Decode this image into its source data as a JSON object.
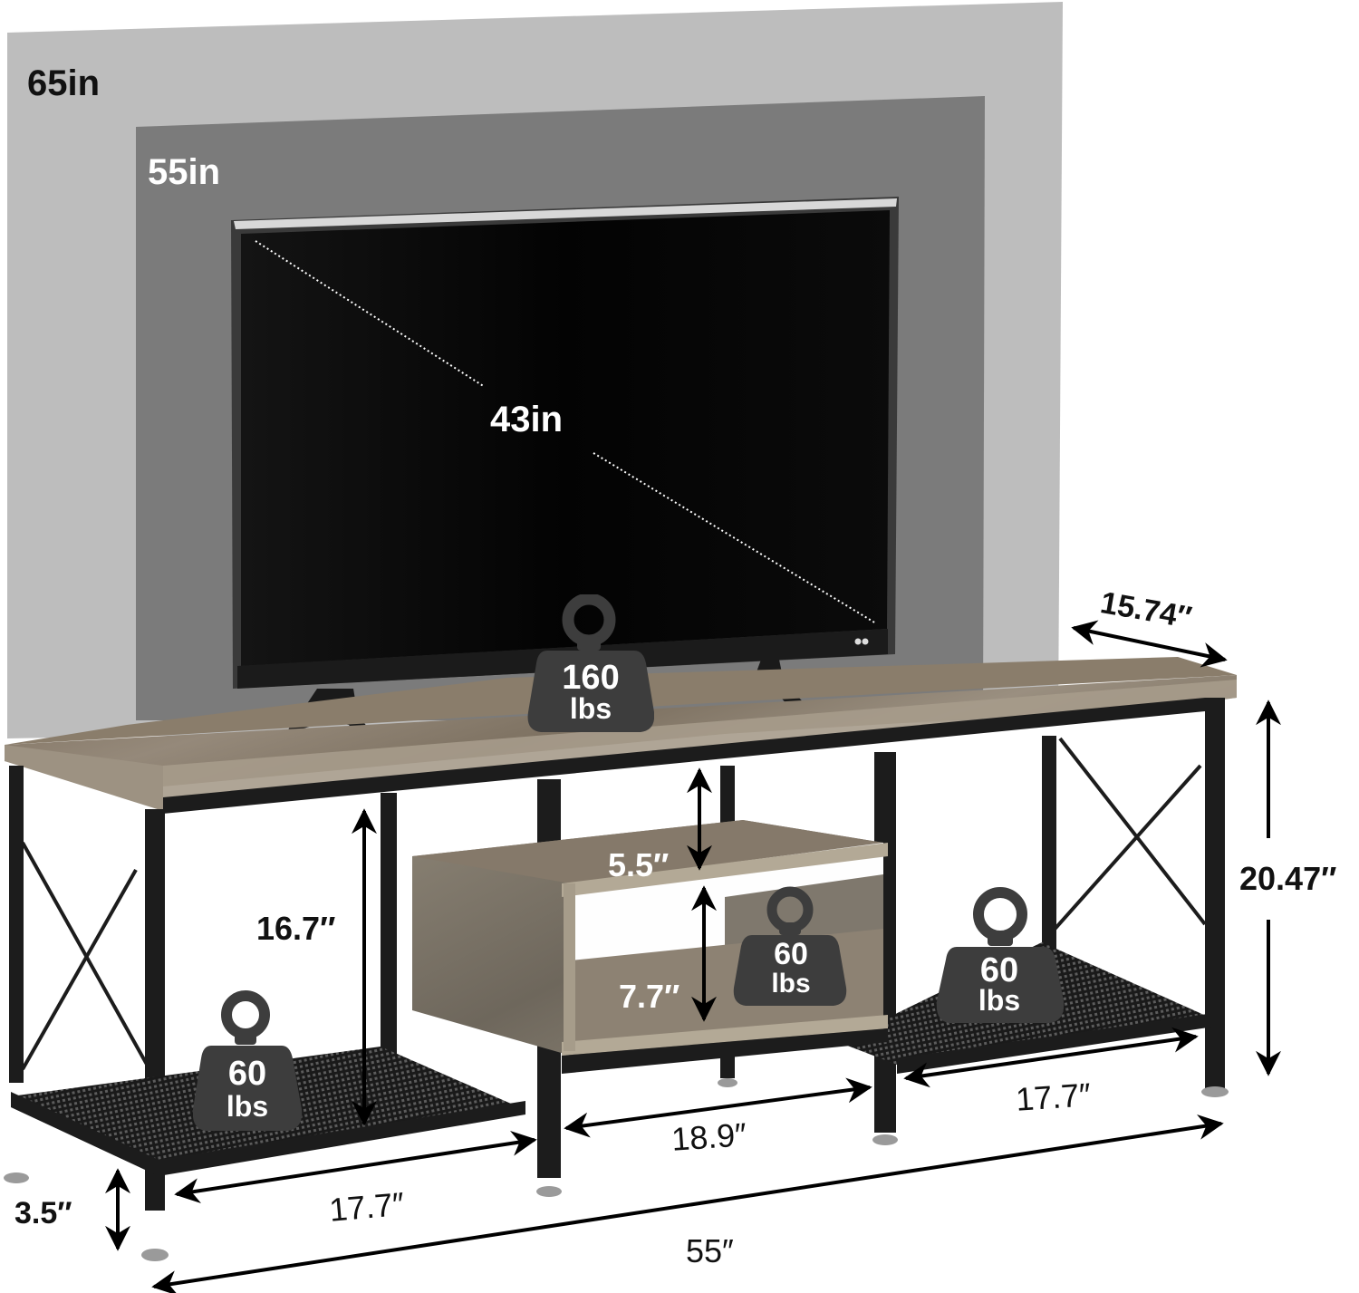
{
  "product": "TV stand with TV size comparison",
  "screens": {
    "large": {
      "label": "65in",
      "color": "#bdbdbd"
    },
    "medium": {
      "label": "55in",
      "color": "#7b7b7b"
    },
    "tv": {
      "label": "43in",
      "screen_color": "#050505",
      "bezel_color": "#2a2a2a"
    }
  },
  "weights": {
    "top": {
      "value": "160",
      "unit": "lbs"
    },
    "middle_shelf": {
      "value": "60",
      "unit": "lbs"
    },
    "left_shelf": {
      "value": "60",
      "unit": "lbs"
    },
    "right_shelf": {
      "value": "60",
      "unit": "lbs"
    },
    "color": "#3d3d3d"
  },
  "dimensions": {
    "depth": "15.74″",
    "height": "20.47″",
    "inner_height": "16.7″",
    "upper_cubby": "5.5″",
    "lower_cubby": "7.7″",
    "left_shelf_width": "17.7″",
    "center_width": "18.9″",
    "right_shelf_width": "17.7″",
    "leg_clearance": "3.5″",
    "total_width": "55″"
  },
  "colors": {
    "wood": "#8c7f6c",
    "wood_edge": "#a59a88",
    "frame": "#1c1c1c",
    "mesh": "#2b2b2b",
    "foot": "#9a9a9a"
  }
}
